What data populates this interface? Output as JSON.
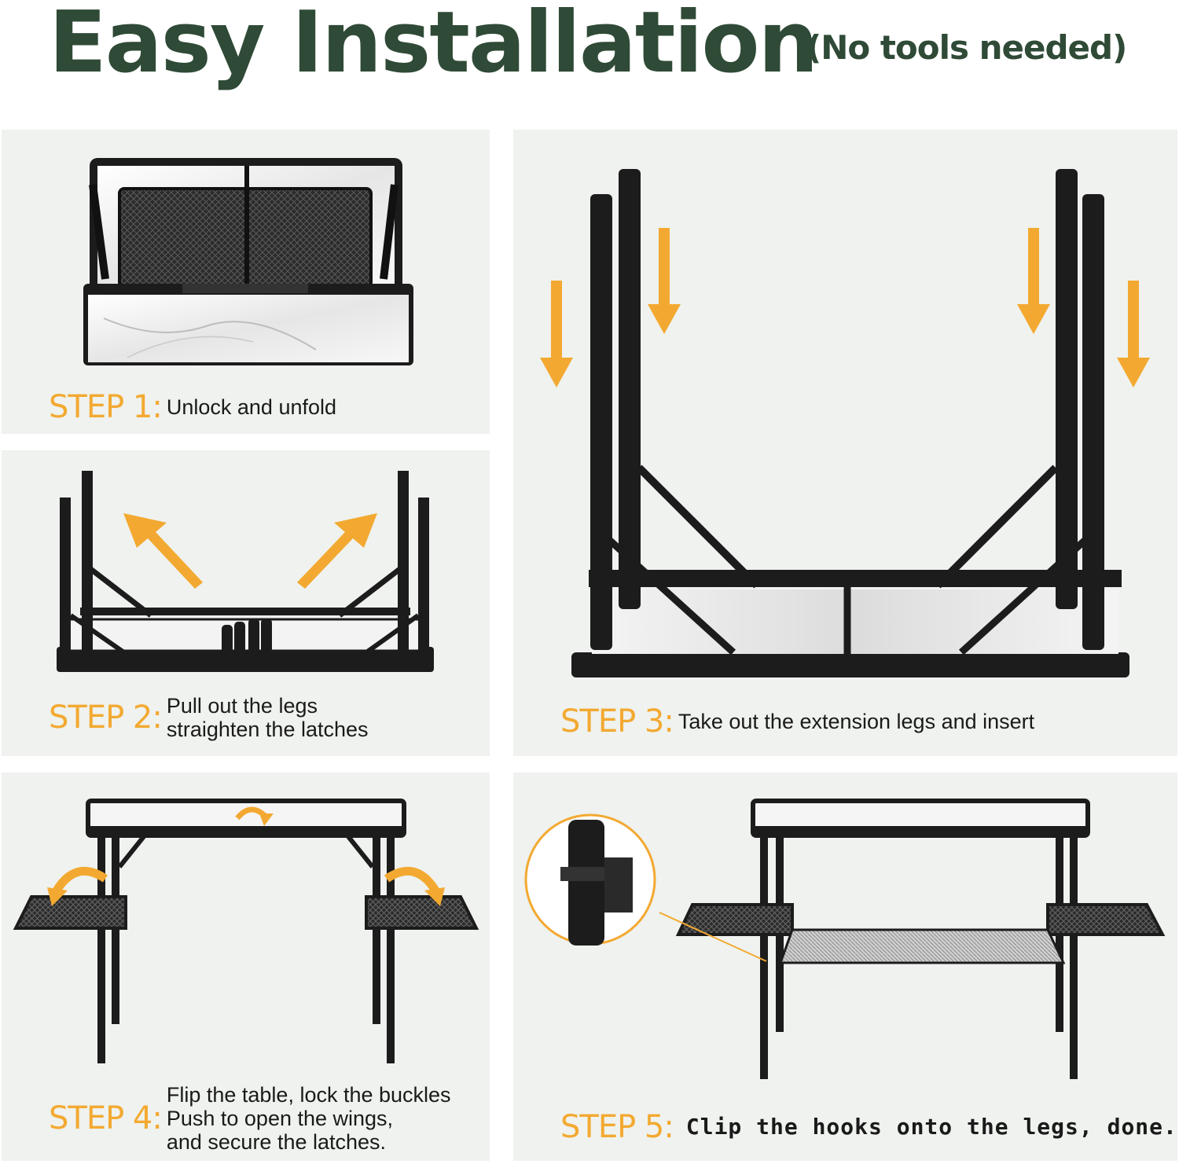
{
  "header": {
    "title": "Easy Installation",
    "subtitle": "(No tools needed)"
  },
  "colors": {
    "title": "#2f4a36",
    "accent": "#f3a931",
    "panel_bg": "#eff2ee"
  },
  "steps": [
    {
      "label": "STEP 1:",
      "lines": [
        "Unlock and unfold"
      ]
    },
    {
      "label": "STEP 2:",
      "lines": [
        "Pull out the legs",
        "straighten the latches"
      ]
    },
    {
      "label": "STEP 3:",
      "lines": [
        "Take out the extension legs and insert"
      ]
    },
    {
      "label": "STEP 4:",
      "lines": [
        "Flip the table, lock the buckles",
        "Push to open the wings,",
        "and secure the latches."
      ]
    },
    {
      "label": "STEP 5:",
      "lines": [
        "Clip the hooks onto the legs, done."
      ]
    }
  ]
}
